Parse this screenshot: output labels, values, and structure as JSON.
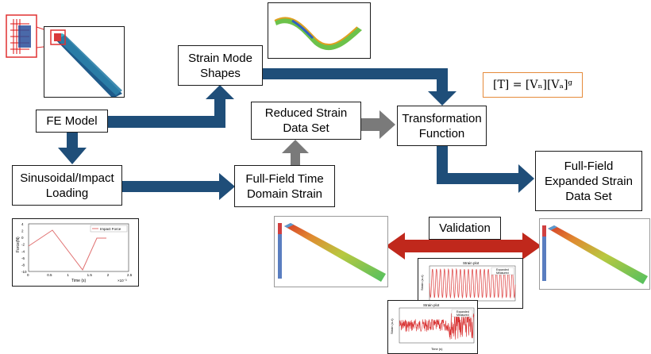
{
  "boxes": {
    "fe_model": "FE Model",
    "strain_mode_shapes": "Strain Mode\nShapes",
    "reduced_strain": "Reduced Strain\nData Set",
    "transformation_function": "Transformation\nFunction",
    "sinusoidal_loading": "Sinusoidal/Impact\nLoading",
    "full_field_time": "Full-Field Time\nDomain Strain",
    "expanded_strain": "Full-Field\nExpanded Strain\nData Set",
    "validation": "Validation"
  },
  "formula": "[T] = [Vₙ][Vₐ]ᵍ",
  "impact_plot": {
    "legend": "Impact Force",
    "ylabel": "Force(N)",
    "xlabel": "Time (s)",
    "x_exponent": "×10⁻³",
    "x_ticks": [
      "0",
      "0.5",
      "1",
      "1.5",
      "2",
      "2.5"
    ],
    "y_ticks": [
      "4",
      "2",
      "0",
      "-2",
      "-4",
      "-6",
      "-8",
      "-10"
    ]
  },
  "strain_plot_sine": {
    "title": "Strain plot",
    "legend": [
      "Expanded",
      "Measured"
    ],
    "ylabel": "Strain (u-ε)"
  },
  "strain_plot_impact": {
    "title": "Strain plot",
    "legend": [
      "Expanded",
      "Measured"
    ],
    "ylabel": "Strain (u-ε)",
    "xlabel": "Time (s)"
  },
  "colors": {
    "arrow_blue": "#1f4e79",
    "arrow_gray": "#7a7a7a",
    "arrow_red": "#c0281c",
    "formula_border": "#e58a3a"
  }
}
